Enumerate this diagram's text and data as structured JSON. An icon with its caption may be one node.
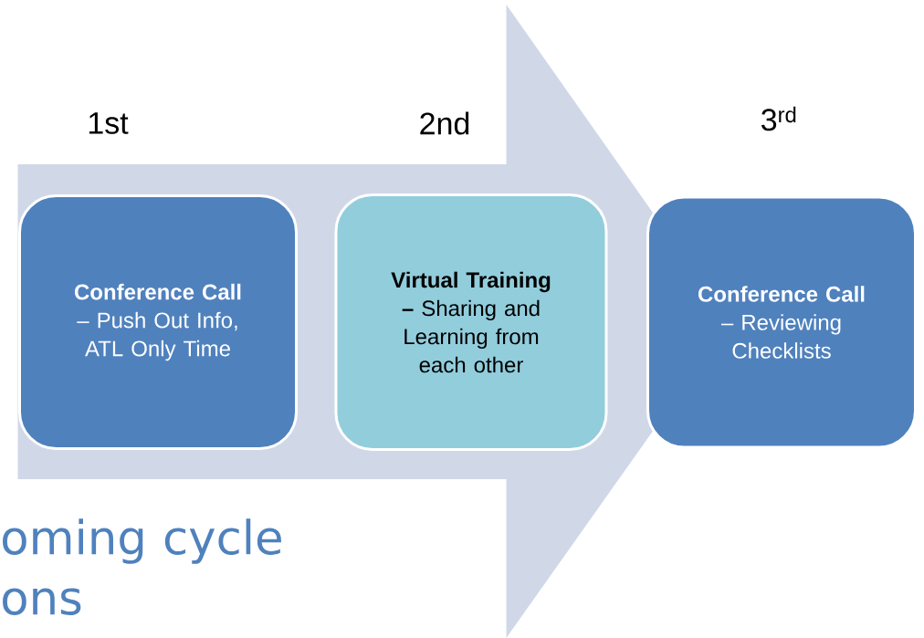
{
  "diagram": {
    "nodes": [
      {
        "text": [
          "**Conference Call** – Push Out Info,  ATL Only Time"
        ],
        "beside": [
          "1st"
        ]
      },
      {
        "text": [
          "**Virtual Training –** Sharing and Learning from each other"
        ],
        "beside": [
          "2nd"
        ]
      },
      {
        "text": [
          "**Conference Call** – Reviewing Checklists"
        ],
        "beside": [
          "3$^{rd}$"
        ]
      }
    ],
    "edges": [
      {
        "from": 0,
        "to": 2,
        "arrow": "to"
      }
    ],
    "labels": [
      "oming cycle ons"
    ]
  }
}
